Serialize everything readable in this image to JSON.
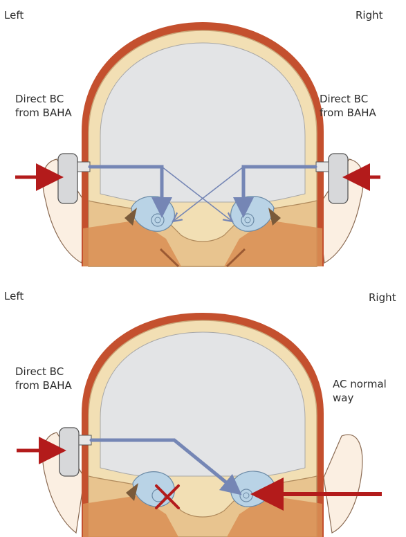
{
  "panels": [
    {
      "left_label": "Left",
      "right_label": "Right",
      "left_text": [
        "Direct BC",
        "from BAHA"
      ],
      "right_text": [
        "Direct BC",
        "from BAHA"
      ]
    },
    {
      "left_label": "Left",
      "right_label": "Right",
      "left_text": [
        "Direct BC",
        "from BAHA"
      ],
      "right_text": [
        "AC normal",
        "way"
      ]
    }
  ],
  "colors": {
    "skull_outer": "#c4502e",
    "bone": "#f2dfb4",
    "bone_edge": "#c9a77a",
    "brain": "#e3e4e6",
    "flesh": "#d98f55",
    "pathway": "#7586b5",
    "arrow": "#b31b1b",
    "cochlea": "#b9d3e6",
    "device": "#d7d8da"
  },
  "icons": [
    "baha-device-icon",
    "cochlea-icon",
    "blocked-cross-icon"
  ]
}
